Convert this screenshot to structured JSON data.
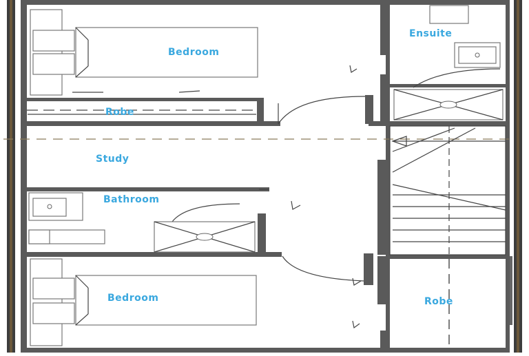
{
  "rooms": {
    "bedroom_top": "Bedroom",
    "ensuite": "Ensuite",
    "robe_left": "Robe",
    "study": "Study",
    "bathroom": "Bathroom",
    "bedroom_bottom": "Bedroom",
    "robe_right": "Robe"
  },
  "colors": {
    "label": "#3aa8df",
    "wall": "#5a5a5a",
    "line": "#444444",
    "dashed_axis": "#8a7a5a"
  }
}
